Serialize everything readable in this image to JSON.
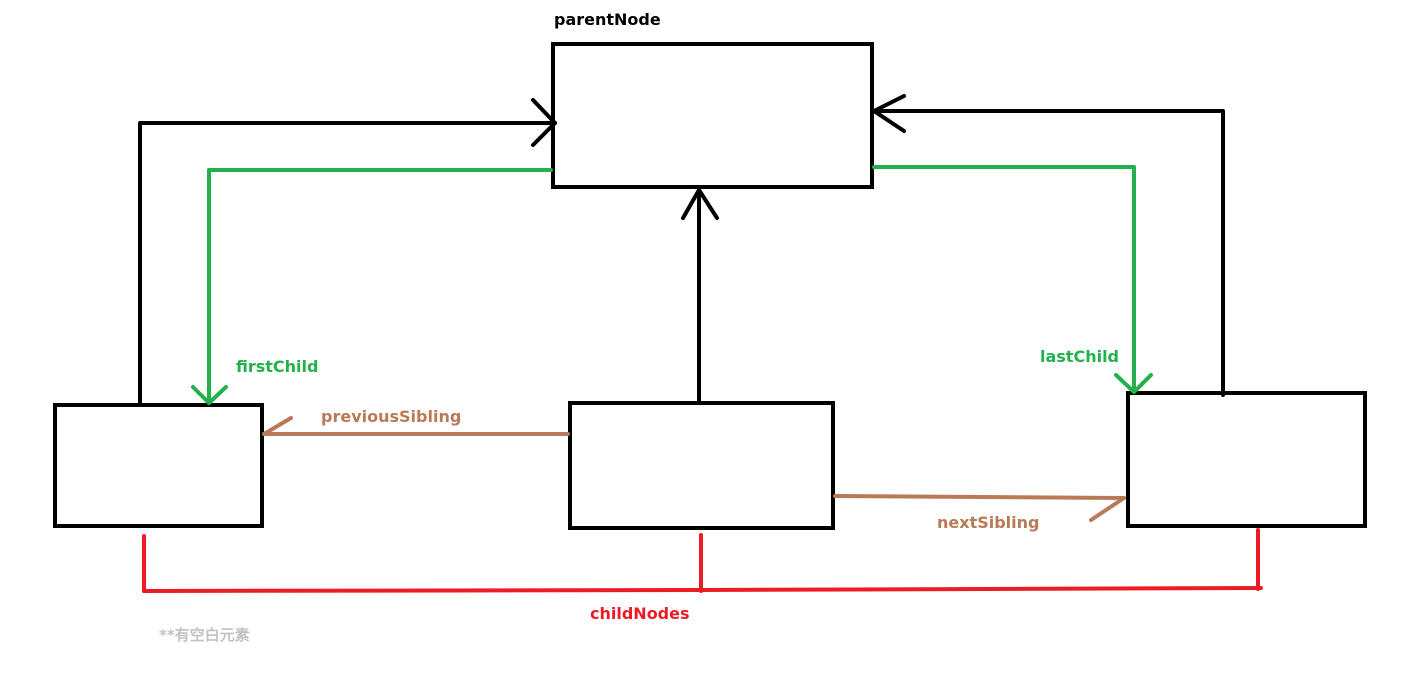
{
  "diagram": {
    "labels": {
      "parent": "parentNode",
      "first_child": "firstChild",
      "last_child": "lastChild",
      "previous_sibling": "previousSibling",
      "next_sibling": "nextSibling",
      "child_nodes": "childNodes",
      "note": "**有空白元素"
    },
    "colors": {
      "box": "#000000",
      "parent_link": "#000000",
      "child_link": "#22b14c",
      "sibling_link": "#b97a57",
      "child_nodes_link": "#ed1c24",
      "note": "#c3c3c3"
    }
  }
}
